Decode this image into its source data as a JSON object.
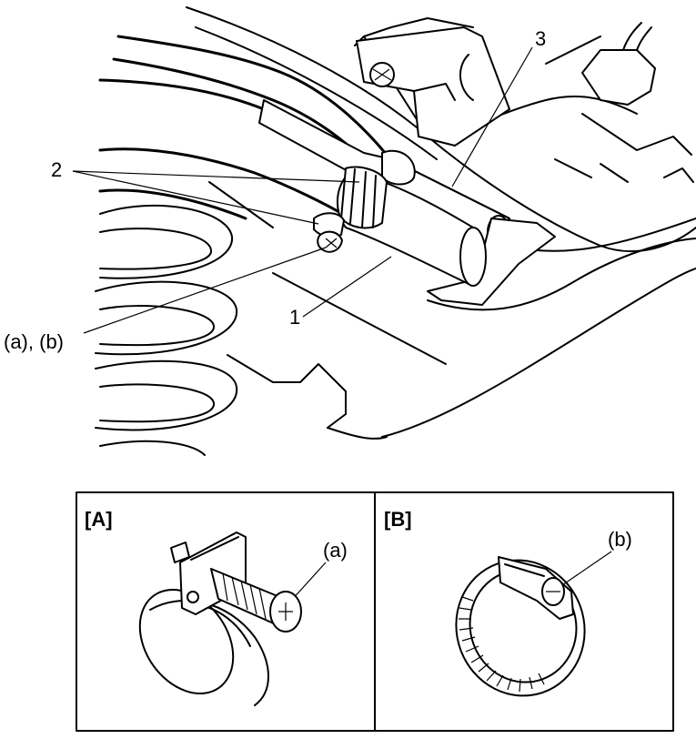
{
  "main_view": {
    "callouts": [
      {
        "id": "hose",
        "text": "1"
      },
      {
        "id": "clamp",
        "text": "2"
      },
      {
        "id": "pipe",
        "text": "3"
      },
      {
        "id": "screws",
        "text": "(a), (b)"
      }
    ]
  },
  "detail_panels": [
    {
      "id": "A",
      "label": "[A]",
      "callout": "(a)"
    },
    {
      "id": "B",
      "label": "[B]",
      "callout": "(b)"
    }
  ]
}
